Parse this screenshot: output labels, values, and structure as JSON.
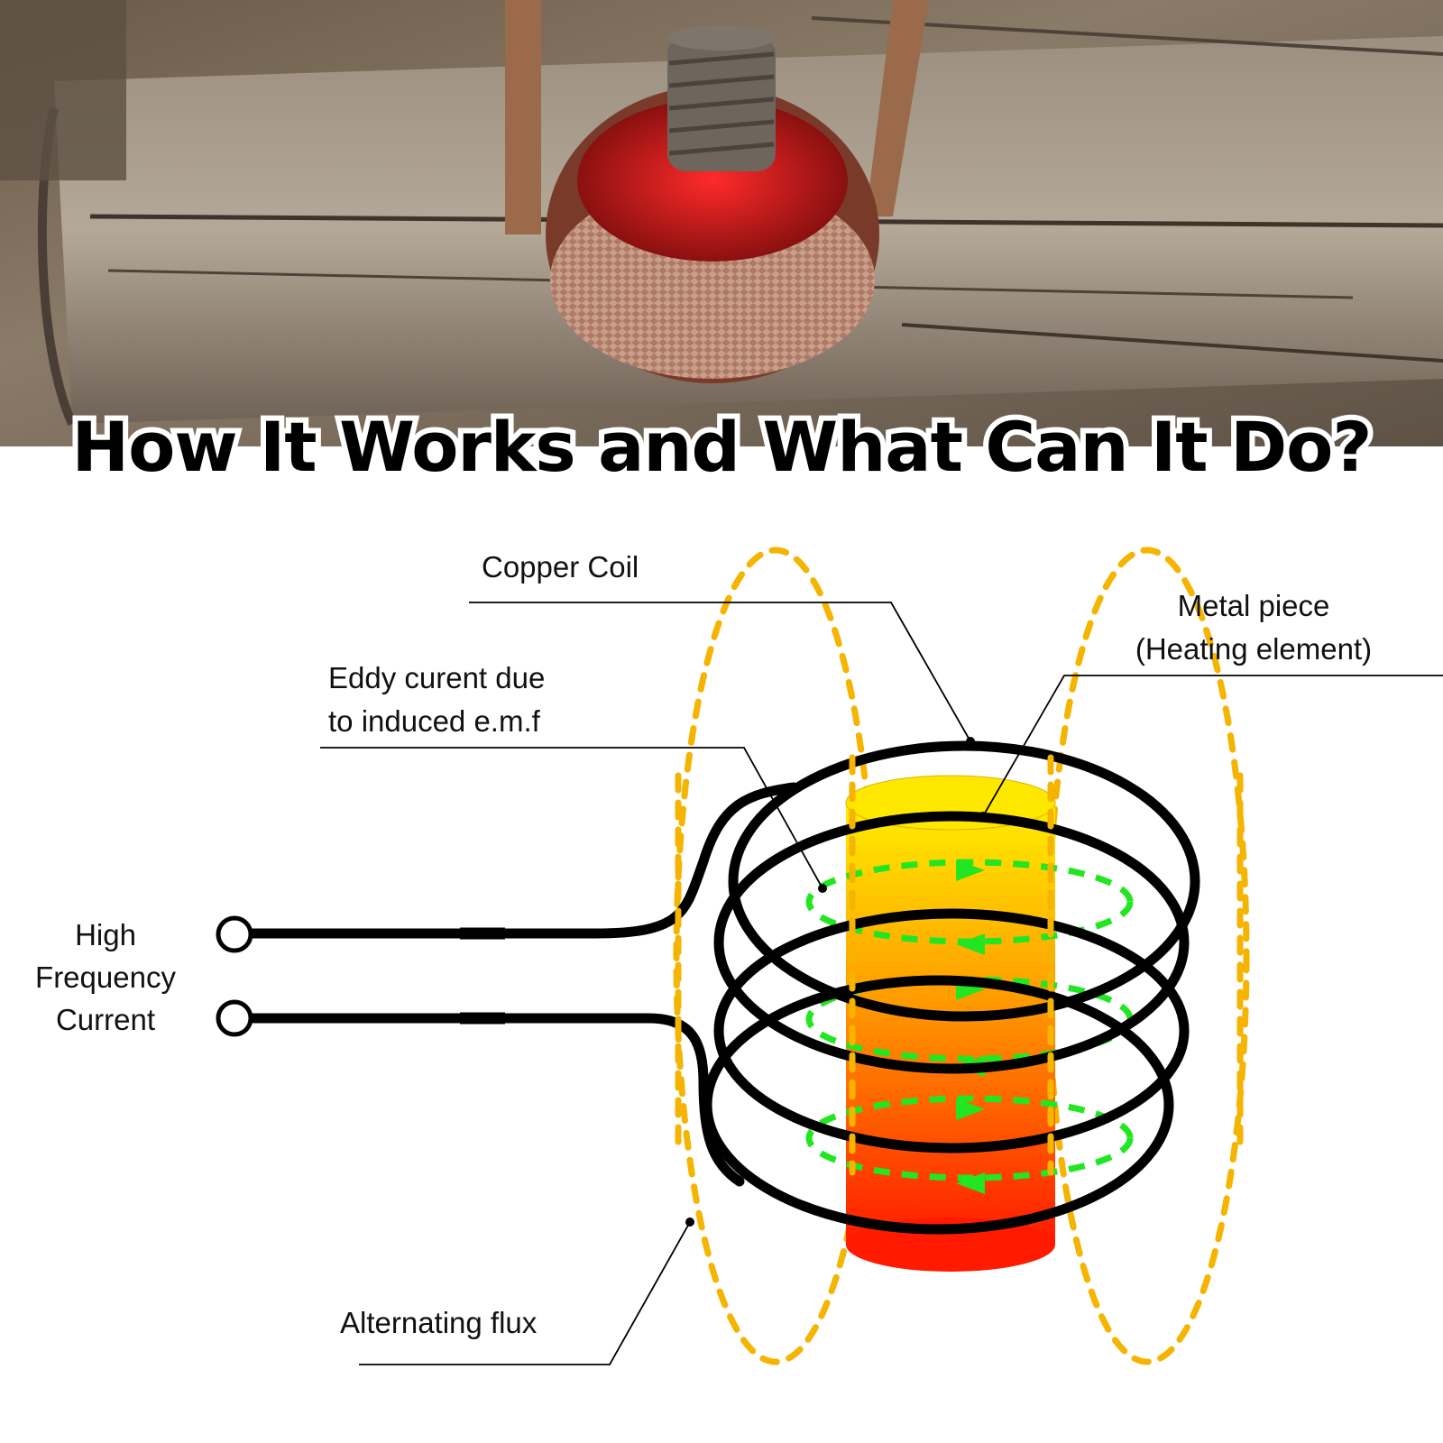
{
  "title": "How It Works and What Can It Do?",
  "photo": {
    "description_icon": "induction-heating-photo"
  },
  "labels": {
    "copper_coil": "Copper Coil",
    "metal_piece_line1": "Metal piece",
    "metal_piece_line2": "(Heating element)",
    "eddy_line1": "Eddy curent due",
    "eddy_line2": "to induced e.m.f",
    "hf_line1": "High",
    "hf_line2": "Frequency",
    "hf_line3": "Current",
    "flux": "Alternating flux"
  },
  "colors": {
    "coil": "#000000",
    "flux": "#f5b400",
    "eddy": "#22e622",
    "metal_top": "#ffe600",
    "metal_bottom": "#ff1a00"
  }
}
